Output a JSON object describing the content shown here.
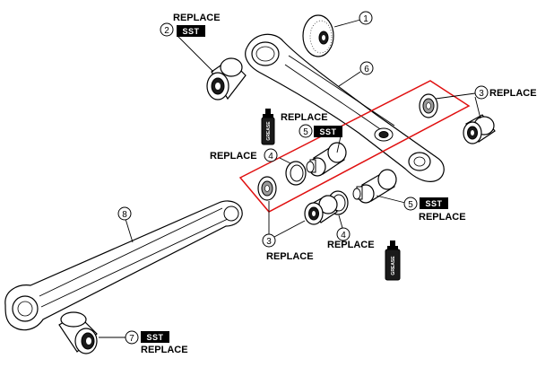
{
  "labels": {
    "replace": "REPLACE",
    "sst": "SST",
    "grease": "GREASE"
  },
  "callouts": {
    "n1": "1",
    "n2": "2",
    "n3": "3",
    "n4": "4",
    "n5": "5",
    "n6": "6",
    "n7": "7",
    "n8": "8"
  },
  "colors": {
    "highlight_box": "#e01010",
    "ink": "#000000",
    "background": "#ffffff"
  }
}
